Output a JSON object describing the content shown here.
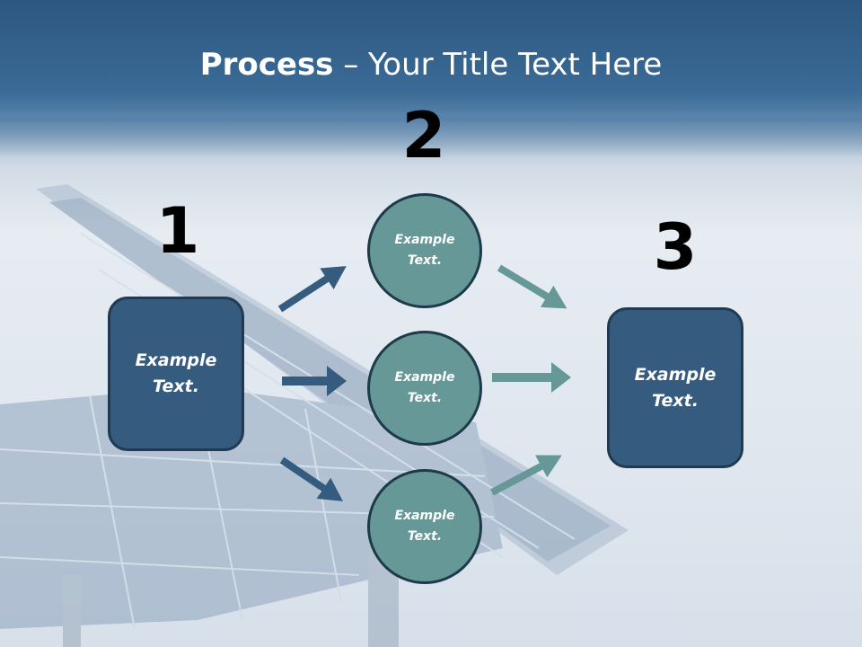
{
  "title": {
    "strong": "Process",
    "rest": " – Your Title Text Here"
  },
  "numbers": [
    "1",
    "2",
    "3"
  ],
  "boxes": {
    "left": "Example\nText.",
    "right": "Example\nText."
  },
  "circles": [
    "Example\nText.",
    "Example\nText.",
    "Example\nText."
  ],
  "colors": {
    "header": "#2f5d86",
    "box": "#355b7f",
    "circle": "#659896",
    "arrow_left": "#355b7f",
    "arrow_right": "#659896"
  }
}
